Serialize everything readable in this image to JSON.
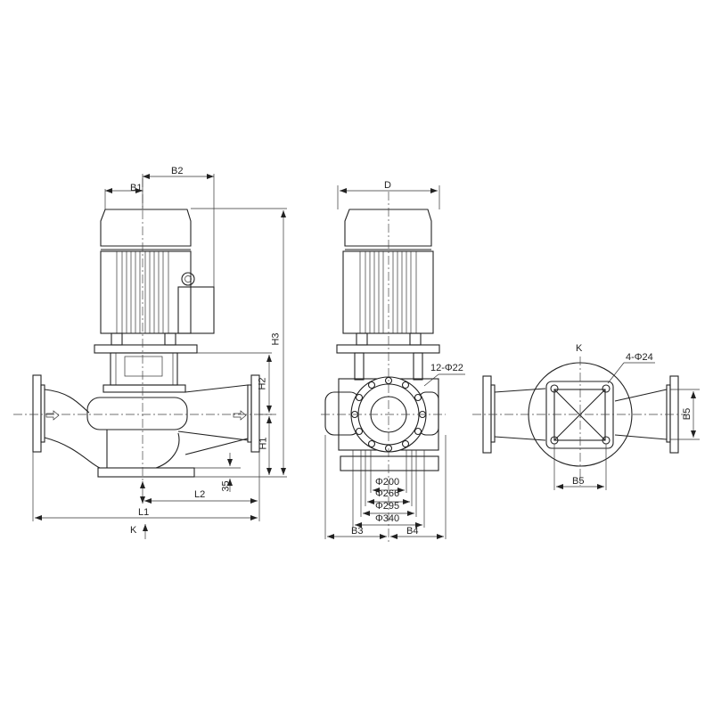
{
  "drawing": {
    "title": "Vertical inline pump dimensional drawing",
    "views": {
      "side": {
        "labels": {
          "b1": "B1",
          "b2": "B2",
          "h1": "H1",
          "h2": "H2",
          "h3": "H3",
          "l1": "L1",
          "l2": "L2",
          "dim_35": "35",
          "view_k": "K"
        }
      },
      "front": {
        "labels": {
          "d": "D",
          "bolt_holes": "12-Φ22",
          "phi200": "Φ200",
          "phi266": "Φ266",
          "phi295": "Φ295",
          "phi340": "Φ340",
          "b3": "B3",
          "b4": "B4"
        }
      },
      "top": {
        "labels": {
          "view_k": "K",
          "base_holes": "4-Φ24",
          "b5_horizontal": "B5",
          "b5_vertical": "B5"
        }
      }
    },
    "colors": {
      "background": "#ffffff",
      "line": "#222222"
    }
  }
}
